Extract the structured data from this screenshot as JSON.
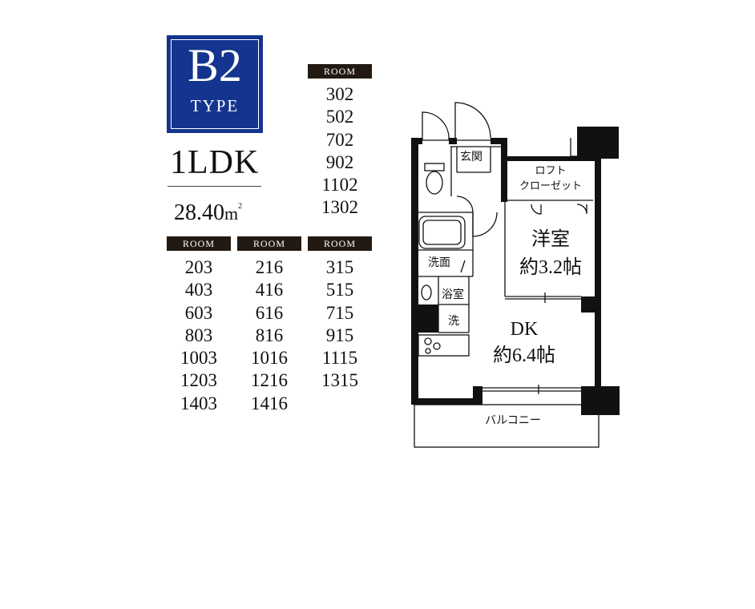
{
  "plan": {
    "type_code": "B2",
    "type_word": "TYPE",
    "layout": "1LDK",
    "area_value": "28.40",
    "area_unit": "m",
    "area_sup": "2"
  },
  "room_groups": [
    {
      "header": "ROOM",
      "rooms": [
        "302",
        "502",
        "702",
        "902",
        "1102",
        "1302"
      ]
    },
    {
      "header": "ROOM",
      "rooms": [
        "203",
        "403",
        "603",
        "803",
        "1003",
        "1203",
        "1403"
      ]
    },
    {
      "header": "ROOM",
      "rooms": [
        "216",
        "416",
        "616",
        "816",
        "1016",
        "1216",
        "1416"
      ]
    },
    {
      "header": "ROOM",
      "rooms": [
        "315",
        "515",
        "715",
        "915",
        "1115",
        "1315"
      ]
    }
  ],
  "floorplan": {
    "entrance": "玄関",
    "loft": "ロフト",
    "closet": "クローゼット",
    "western_room": "洋室",
    "western_size": "約3.2帖",
    "washroom": "洗面",
    "bathroom": "浴室",
    "washer": "洗",
    "dk": "DK",
    "dk_size": "約6.4帖",
    "balcony": "バルコニー"
  },
  "colors": {
    "badge": "#14358f",
    "room_header": "#221a12",
    "wall": "#111111"
  }
}
